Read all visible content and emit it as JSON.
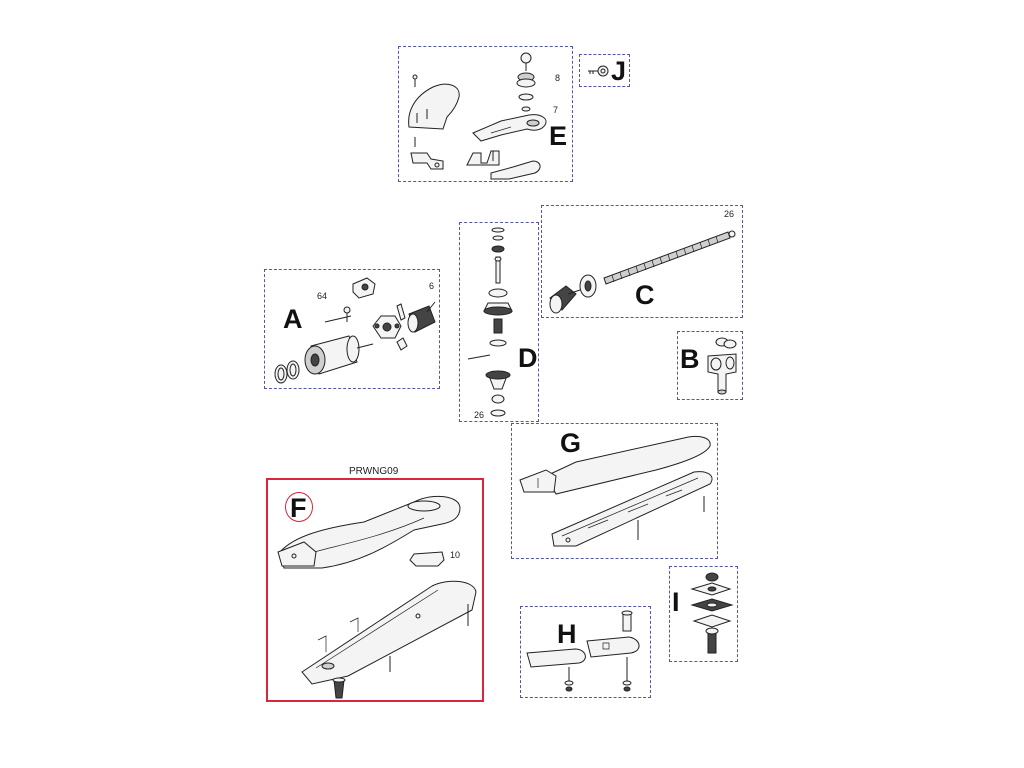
{
  "diagram": {
    "groups": [
      {
        "id": "A",
        "label": "A",
        "part_numbers": [
          "64",
          "6"
        ]
      },
      {
        "id": "B",
        "label": "B"
      },
      {
        "id": "C",
        "label": "C",
        "part_numbers": [
          "26"
        ]
      },
      {
        "id": "D",
        "label": "D",
        "part_numbers": [
          "26"
        ]
      },
      {
        "id": "E",
        "label": "E",
        "part_numbers": [
          "8",
          "7"
        ]
      },
      {
        "id": "F",
        "label": "F",
        "code": "PRWNG09",
        "part_numbers": [
          "10"
        ],
        "selected": true
      },
      {
        "id": "G",
        "label": "G"
      },
      {
        "id": "H",
        "label": "H"
      },
      {
        "id": "I",
        "label": "I"
      },
      {
        "id": "J",
        "label": "J"
      }
    ],
    "colors": {
      "group_border": "#5555aa",
      "selected_border": "#d9263a",
      "line_art": "#222222"
    }
  }
}
